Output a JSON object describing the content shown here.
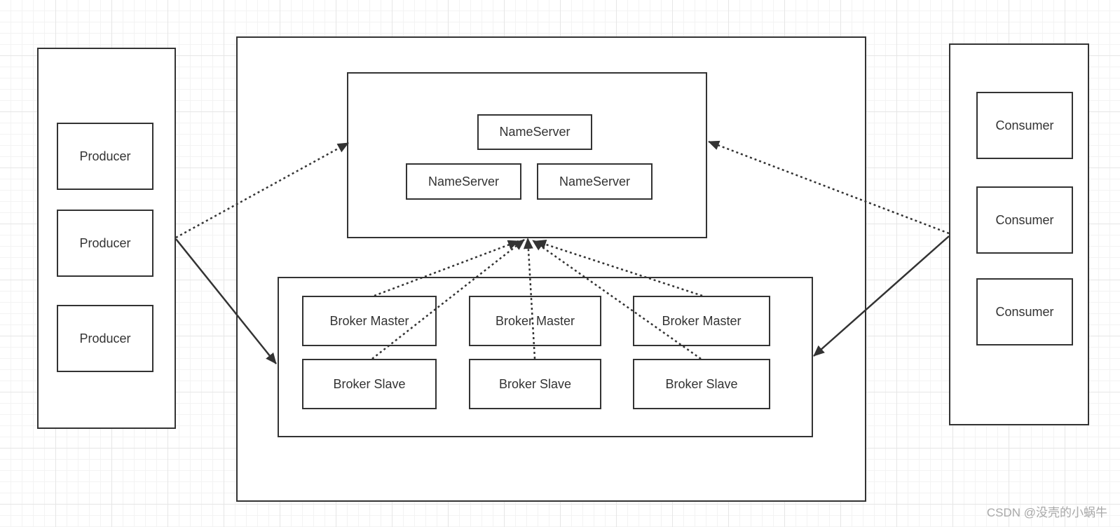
{
  "producers": [
    "Producer",
    "Producer",
    "Producer"
  ],
  "nameservers": [
    "NameServer",
    "NameServer",
    "NameServer"
  ],
  "brokers": {
    "masters": [
      "Broker Master",
      "Broker Master",
      "Broker Master"
    ],
    "slaves": [
      "Broker Slave",
      "Broker Slave",
      "Broker Slave"
    ]
  },
  "consumers": [
    "Consumer",
    "Consumer",
    "Consumer"
  ],
  "watermark": "CSDN @没壳的小蜗牛",
  "colors": {
    "stroke": "#333333",
    "text": "#333333",
    "grid": "#e6e6e6",
    "watermark": "#a8a8a8"
  }
}
